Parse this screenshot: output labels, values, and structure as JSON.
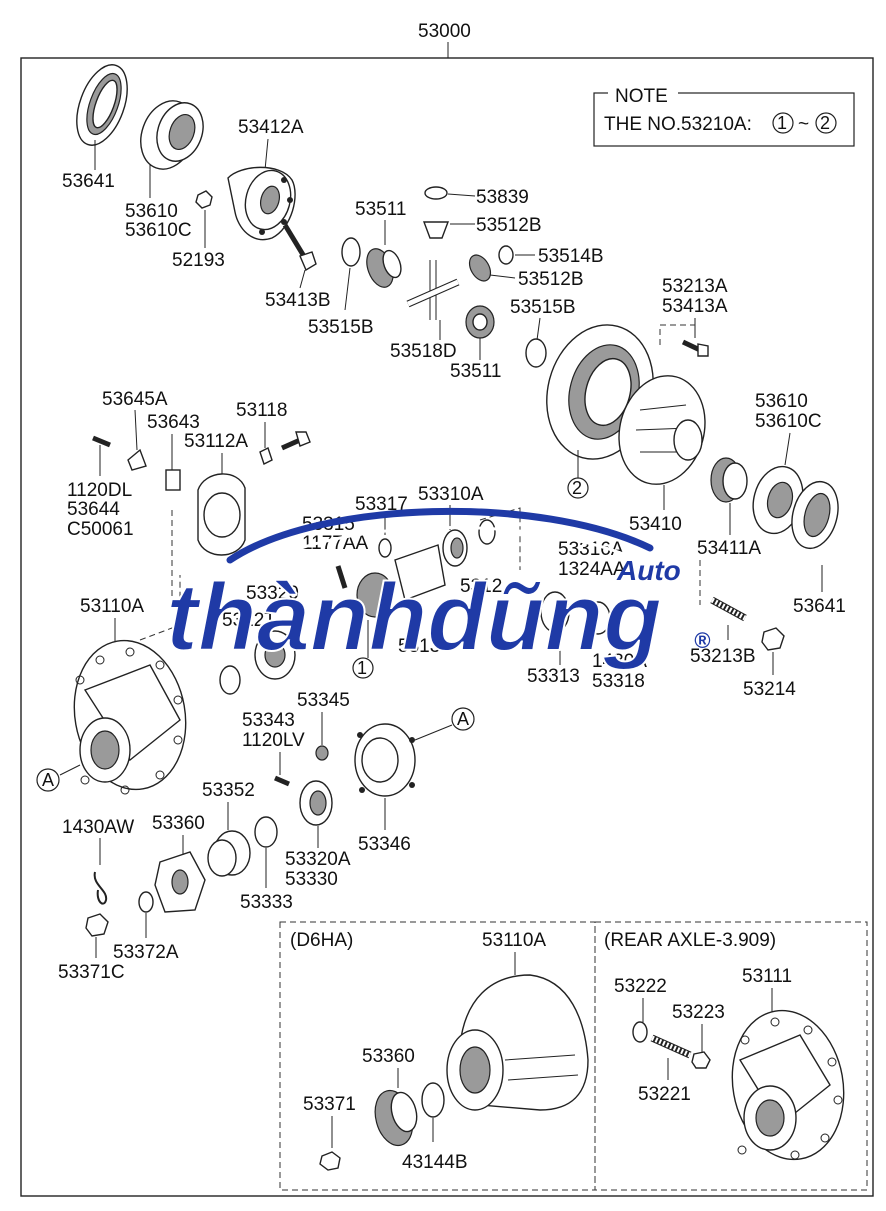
{
  "assembly": {
    "number": "53000"
  },
  "note": {
    "heading": "NOTE",
    "text": "THE NO.53210A:",
    "range_start": "1",
    "range_sep": "~",
    "range_end": "2"
  },
  "labels": {
    "p53641_top": "53641",
    "p53610_top": "53610",
    "p53610c_top": "53610C",
    "p53412a": "53412A",
    "p52193": "52193",
    "p53413b": "53413B",
    "p53839": "53839",
    "p53512b_top": "53512B",
    "p53511_top": "53511",
    "p53514b": "53514B",
    "p53512b_mid": "53512B",
    "p53515b_left": "53515B",
    "p53515b_right": "53515B",
    "p53518d": "53518D",
    "p53511_bot": "53511",
    "p53213a": "53213A",
    "p53413a": "53413A",
    "p53610_right": "53610",
    "p53610c_right": "53610C",
    "p53645a": "53645A",
    "p53643": "53643",
    "p53118": "53118",
    "p53112a": "53112A",
    "p1120dl": "1120DL",
    "p53644": "53644",
    "pc50061": "C50061",
    "p53317": "53317",
    "p53310a": "53310A",
    "p53315": "53315",
    "p1177aa": "1177AA",
    "p53410": "53410",
    "p53411a": "53411A",
    "p53316a": "53316A",
    "p1324aa": "1324AA",
    "p53110a_main": "53110A",
    "p53320_partial": "53320",
    "p5312t": "5312T",
    "p5312": "5312",
    "p53313_partial": "5313",
    "p53313": "53313",
    "p1430a": "1430A",
    "p53318": "53318",
    "p53213b": "53213B",
    "p53214": "53214",
    "p53641_right": "53641",
    "p53345": "53345",
    "p53343": "53343",
    "p1120lv": "1120LV",
    "p53352": "53352",
    "p1430aw": "1430AW",
    "p53360": "53360",
    "p53320a": "53320A",
    "p53330": "53330",
    "p53346": "53346",
    "p53333": "53333",
    "p53372a": "53372A",
    "p53371c": "53371C",
    "callout_a": "A",
    "callout_1": "1",
    "callout_2": "2"
  },
  "inset_d6ha": {
    "title": "(D6HA)",
    "p53110a": "53110A",
    "p53360": "53360",
    "p53371": "53371",
    "p43144b": "43144B"
  },
  "inset_rear_axle": {
    "title": "(REAR AXLE-3.909)",
    "p53222": "53222",
    "p53111": "53111",
    "p53223": "53223",
    "p53221": "53221"
  },
  "watermark": {
    "brand": "thànhdũng",
    "accent": "Auto",
    "registered": "®",
    "brand_color": "#1f3aa6",
    "accent_color": "#1f3aa6"
  }
}
